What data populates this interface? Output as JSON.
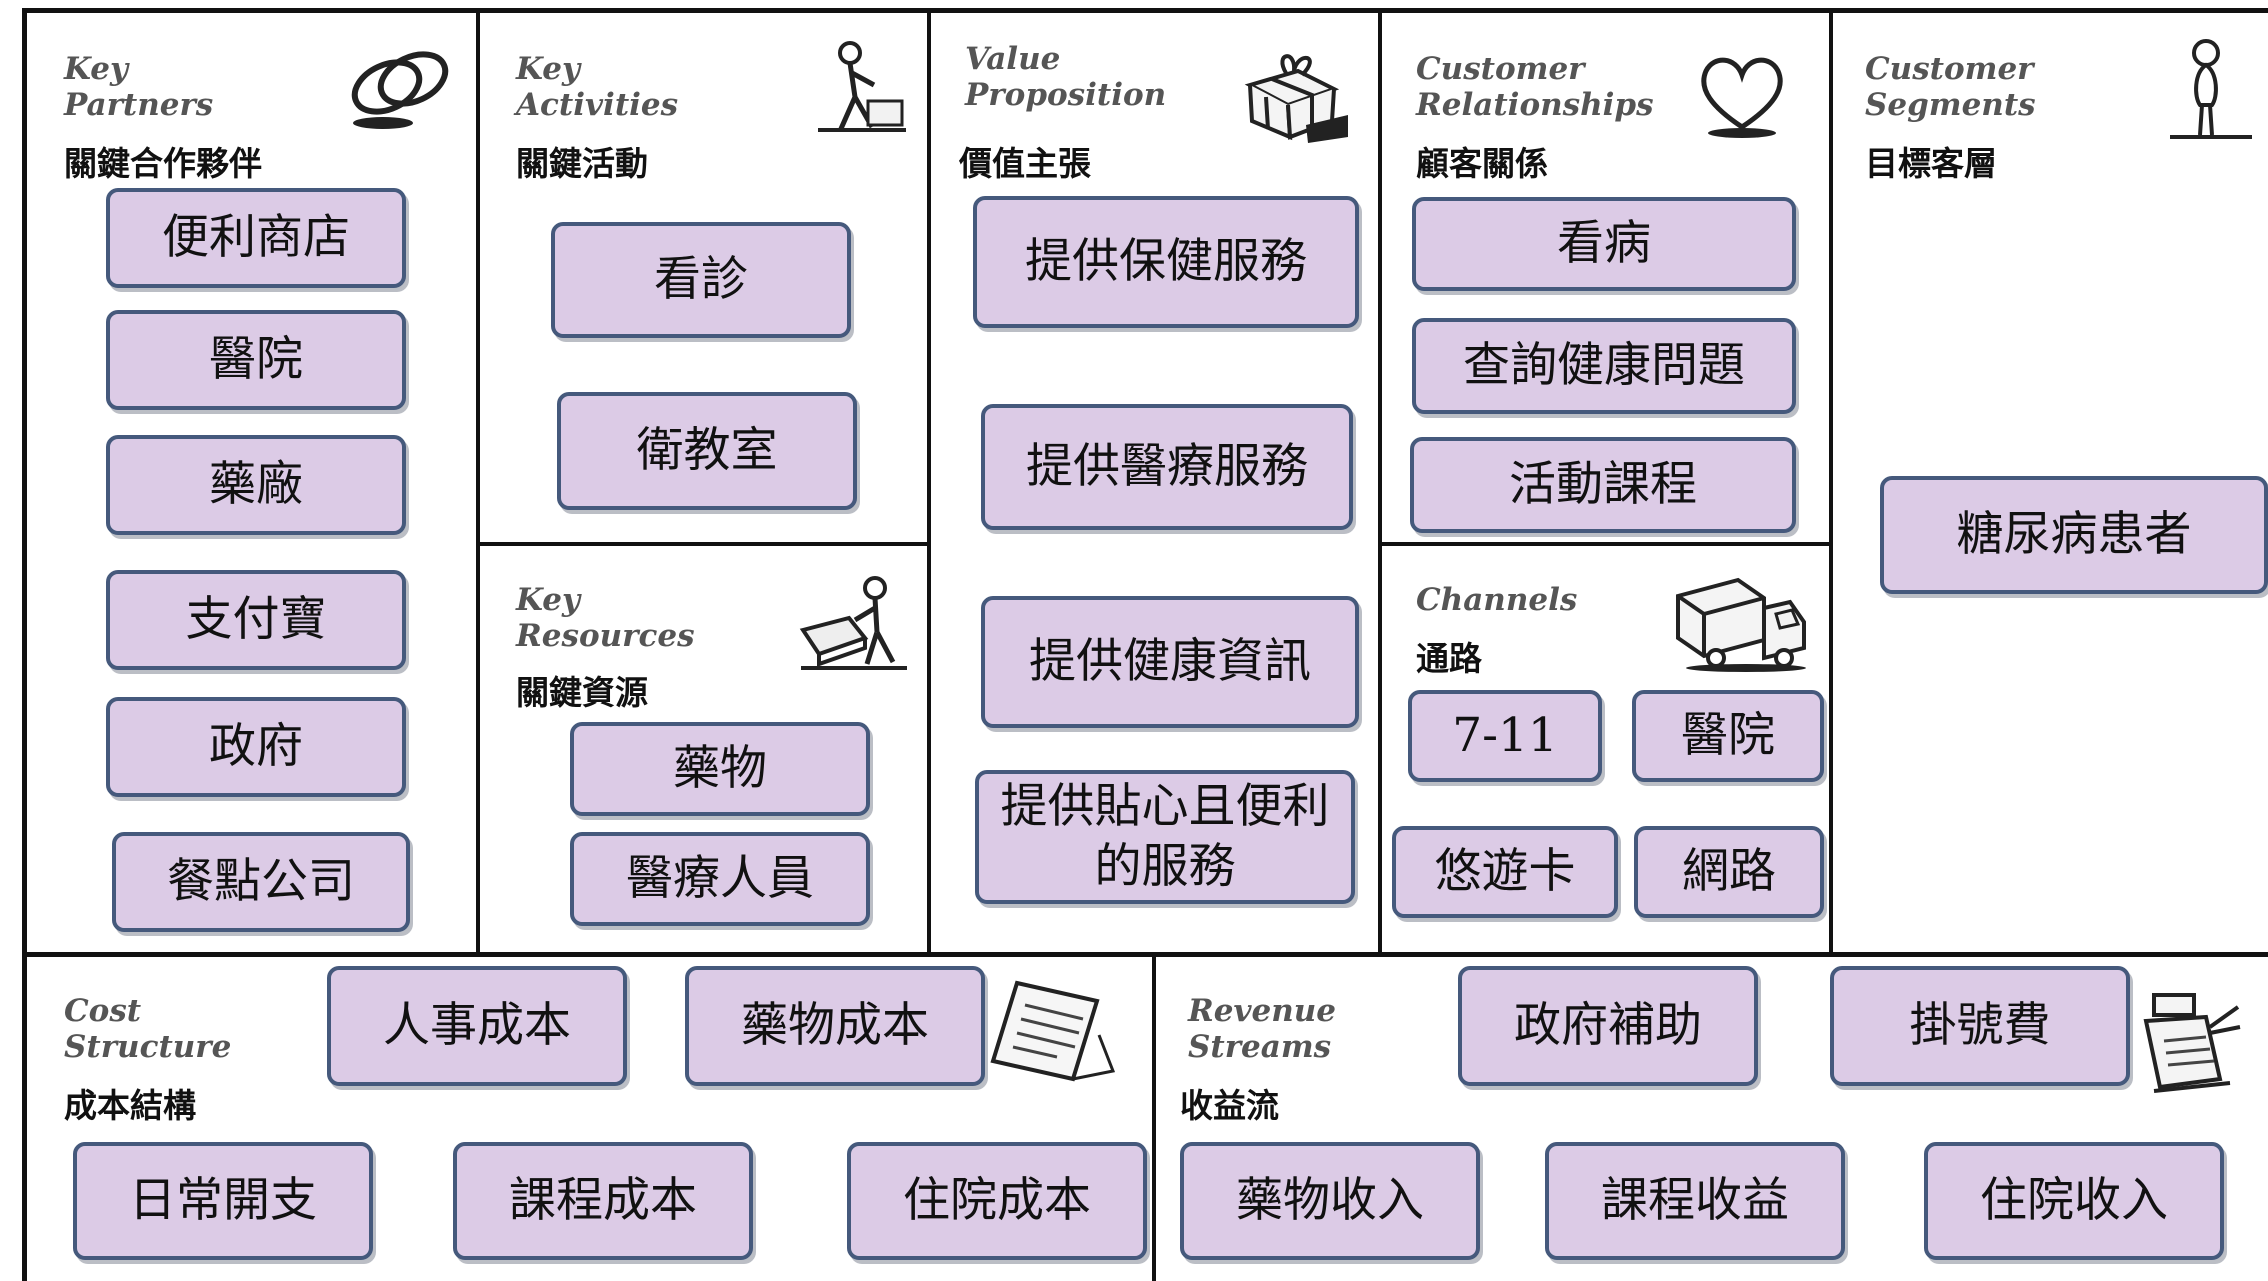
{
  "sections": {
    "key_partners": {
      "en": "Key\nPartners",
      "zh": "關鍵合作夥伴",
      "icon": "rings-icon"
    },
    "key_activities": {
      "en": "Key\nActivities",
      "zh": "關鍵活動",
      "icon": "worker-icon"
    },
    "value_proposition": {
      "en": "Value\nProposition",
      "zh": "價值主張",
      "icon": "gift-icon"
    },
    "customer_relationships": {
      "en": "Customer\nRelationships",
      "zh": "顧客關係",
      "icon": "heart-icon"
    },
    "customer_segments": {
      "en": "Customer\nSegments",
      "zh": "目標客層",
      "icon": "person-icon"
    },
    "key_resources": {
      "en": "Key\nResources",
      "zh": "關鍵資源",
      "icon": "resources-icon"
    },
    "channels": {
      "en": "Channels",
      "zh": "通路",
      "icon": "truck-icon"
    },
    "cost_structure": {
      "en": "Cost\nStructure",
      "zh": "成本結構",
      "icon": "invoice-icon"
    },
    "revenue_streams": {
      "en": "Revenue\nStreams",
      "zh": "收益流",
      "icon": "cash-register-icon"
    }
  },
  "cards": {
    "key_partners": [
      "便利商店",
      "醫院",
      "藥廠",
      "支付寶",
      "政府",
      "餐點公司"
    ],
    "key_activities": [
      "看診",
      "衛教室"
    ],
    "key_resources": [
      "藥物",
      "醫療人員"
    ],
    "value_proposition": [
      "提供保健服務",
      "提供醫療服務",
      "提供健康資訊",
      "提供貼心且便利的服務"
    ],
    "customer_relationships": [
      "看病",
      "查詢健康問題",
      "活動課程"
    ],
    "channels": [
      "7-11",
      "醫院",
      "悠遊卡",
      "網路"
    ],
    "customer_segments": [
      "糖尿病患者"
    ],
    "cost_structure": [
      "人事成本",
      "藥物成本",
      "日常開支",
      "課程成本",
      "住院成本"
    ],
    "revenue_streams": [
      "政府補助",
      "掛號費",
      "藥物收入",
      "課程收益",
      "住院收入"
    ]
  },
  "colors": {
    "card_fill": "#dccbe6",
    "card_border": "#45597c",
    "grid_line": "#111111"
  }
}
